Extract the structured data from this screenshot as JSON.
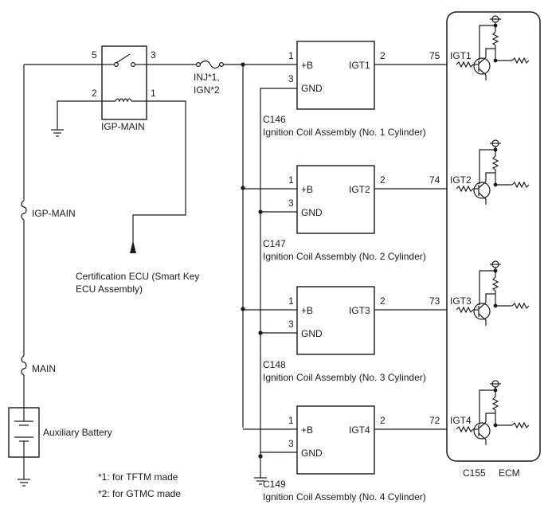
{
  "relay": {
    "name": "IGP-MAIN",
    "pins": [
      "5",
      "3",
      "2",
      "1"
    ]
  },
  "fuses": {
    "inj_ign": [
      "INJ*1,",
      "IGN*2"
    ],
    "igp_main": "IGP-MAIN",
    "main": "MAIN"
  },
  "battery": "Auxiliary Battery",
  "certification_ecu": [
    "Certification ECU (Smart Key",
    "ECU Assembly)"
  ],
  "coil_pins": {
    "b_pin": "1",
    "gnd_pin": "3",
    "igt_pin": "2",
    "b_label": "+B",
    "gnd_label": "GND"
  },
  "coils": [
    {
      "connector": "C146",
      "name": "Ignition Coil Assembly (No. 1 Cylinder)",
      "igt": "IGT1",
      "ecu_pin": "75"
    },
    {
      "connector": "C147",
      "name": "Ignition Coil Assembly (No. 2 Cylinder)",
      "igt": "IGT2",
      "ecu_pin": "74"
    },
    {
      "connector": "C148",
      "name": "Ignition Coil Assembly (No. 3 Cylinder)",
      "igt": "IGT3",
      "ecu_pin": "73"
    },
    {
      "connector": "C149",
      "name": "Ignition Coil Assembly (No. 4 Cylinder)",
      "igt": "IGT4",
      "ecu_pin": "72"
    }
  ],
  "ecm": {
    "connector": "C155",
    "name": "ECM"
  },
  "notes": [
    "*1: for TFTM made",
    "*2: for GTMC made"
  ]
}
